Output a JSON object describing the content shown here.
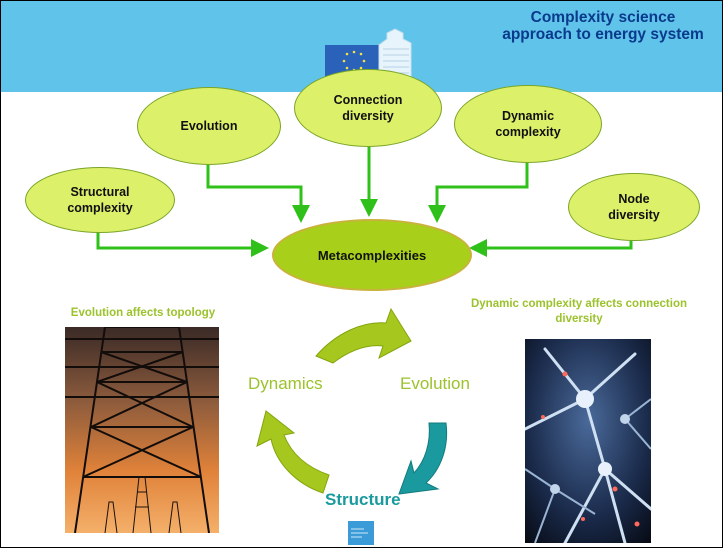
{
  "header": {
    "title": "Complexity science approach to energy system"
  },
  "nodes": {
    "evolution": "Evolution",
    "connection_diversity": "Connection diversity",
    "dynamic_complexity": "Dynamic complexity",
    "structural_complexity": "Structural complexity",
    "node_diversity": "Node diversity",
    "metacomplexities": "Metacomplexities"
  },
  "captions": {
    "left": "Evolution affects topology",
    "right": "Dynamic complexity affects connection diversity"
  },
  "cycle": {
    "dynamics": "Dynamics",
    "evolution": "Evolution",
    "structure": "Structure"
  },
  "colors": {
    "header_bg": "#5fc3ea",
    "title_text": "#0a3a8c",
    "node_fill": "#ddf06a",
    "meta_fill": "#a8cf19",
    "arrow_green": "#2fc01a",
    "cycle_green": "#a6c81e",
    "cycle_teal": "#1a9a9e"
  },
  "images": [
    {
      "name": "power-pylons-photo",
      "subject": "electricity pylons at sunset"
    },
    {
      "name": "neurons-photo",
      "subject": "neuron network"
    }
  ],
  "logos": [
    "european-commission-logo",
    "jrc-logo"
  ]
}
